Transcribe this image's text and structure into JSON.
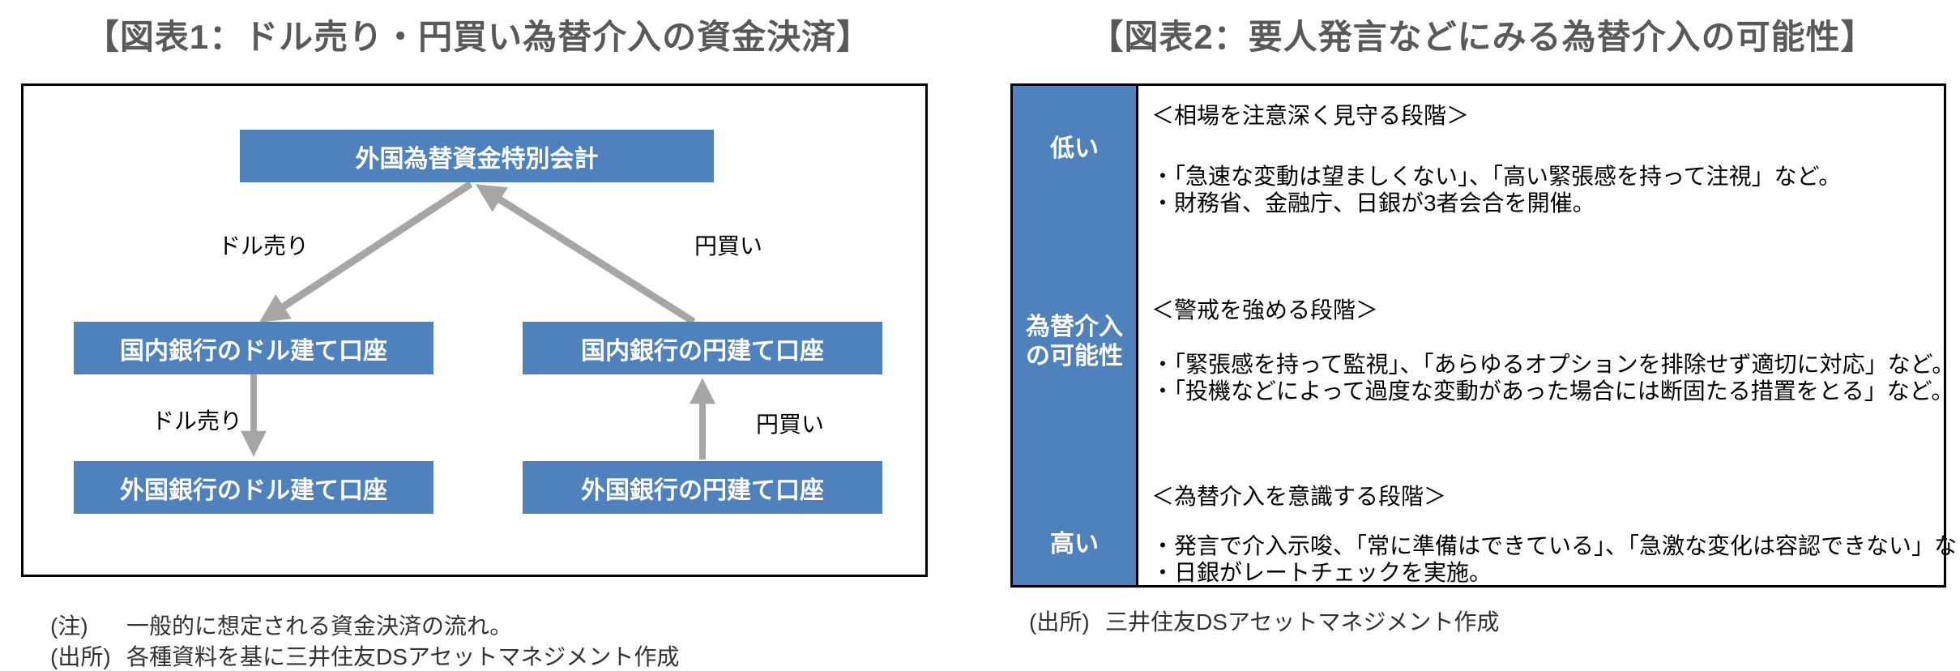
{
  "colors": {
    "accent_blue": "#4F81BD",
    "arrow_gray": "#A6A6A6",
    "title_gray": "#595959",
    "text_black": "#000000",
    "note_gray": "#333333"
  },
  "fig1": {
    "title": "【図表1：ドル売り・円買い為替介入の資金決済】",
    "boxes": {
      "special_account": "外国為替資金特別会計",
      "domestic_dollar": "国内銀行のドル建て口座",
      "domestic_yen": "国内銀行の円建て口座",
      "foreign_dollar": "外国銀行のドル建て口座",
      "foreign_yen": "外国銀行の円建て口座"
    },
    "flow_labels": {
      "upper_left": "ドル売り",
      "upper_right": "円買い",
      "lower_left": "ドル売り",
      "lower_right": "円買い"
    },
    "note": {
      "label": "(注)",
      "text": "一般的に想定される資金決済の流れ。"
    },
    "source": {
      "label": "(出所)",
      "text": "各種資料を基に三井住友DSアセットマネジメント作成"
    }
  },
  "fig2": {
    "title": "【図表2：要人発言などにみる為替介入の可能性】",
    "side_labels": {
      "top": "低い",
      "middle_lines": [
        "為替介入",
        "の可能性"
      ],
      "bottom": "高い"
    },
    "stages": [
      {
        "heading": "＜相場を注意深く見守る段階＞",
        "bullets": [
          "・「急速な変動は望ましくない」、「高い緊張感を持って注視」など。",
          "・財務省、金融庁、日銀が3者会合を開催。"
        ]
      },
      {
        "heading": "＜警戒を強める段階＞",
        "bullets": [
          "・「緊張感を持って監視」、「あらゆるオプションを排除せず適切に対応」など。",
          "・「投機などによって過度な変動があった場合には断固たる措置をとる」など。"
        ]
      },
      {
        "heading": "＜為替介入を意識する段階＞",
        "bullets": [
          "・発言で介入示唆、「常に準備はできている」、「急激な変化は容認できない」など。",
          "・日銀がレートチェックを実施。"
        ]
      }
    ],
    "source": {
      "label": "(出所)",
      "text": "三井住友DSアセットマネジメント作成"
    }
  }
}
